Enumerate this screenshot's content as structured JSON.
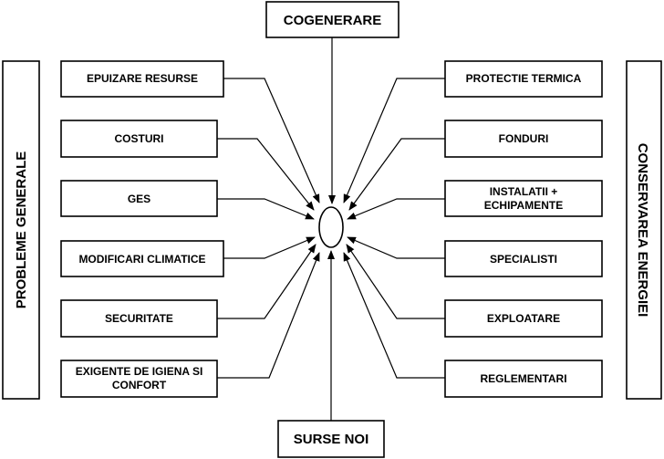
{
  "top_label": "COGENERARE",
  "bottom_label": "SURSE NOI",
  "left_side_label": "PROBLEME GENERALE",
  "right_side_label": "CONSERVAREA ENERGIEI",
  "left_items": [
    [
      "EPUIZARE RESURSE"
    ],
    [
      "COSTURI"
    ],
    [
      "GES"
    ],
    [
      "MODIFICARI CLIMATICE"
    ],
    [
      "SECURITATE"
    ],
    [
      "EXIGENTE DE IGIENA SI",
      "CONFORT"
    ]
  ],
  "right_items": [
    [
      "PROTECTIE TERMICA"
    ],
    [
      "FONDURI"
    ],
    [
      "INSTALATII +",
      "ECHIPAMENTE"
    ],
    [
      "SPECIALISTI"
    ],
    [
      "EXPLOATARE"
    ],
    [
      "REGLEMENTARI"
    ]
  ]
}
